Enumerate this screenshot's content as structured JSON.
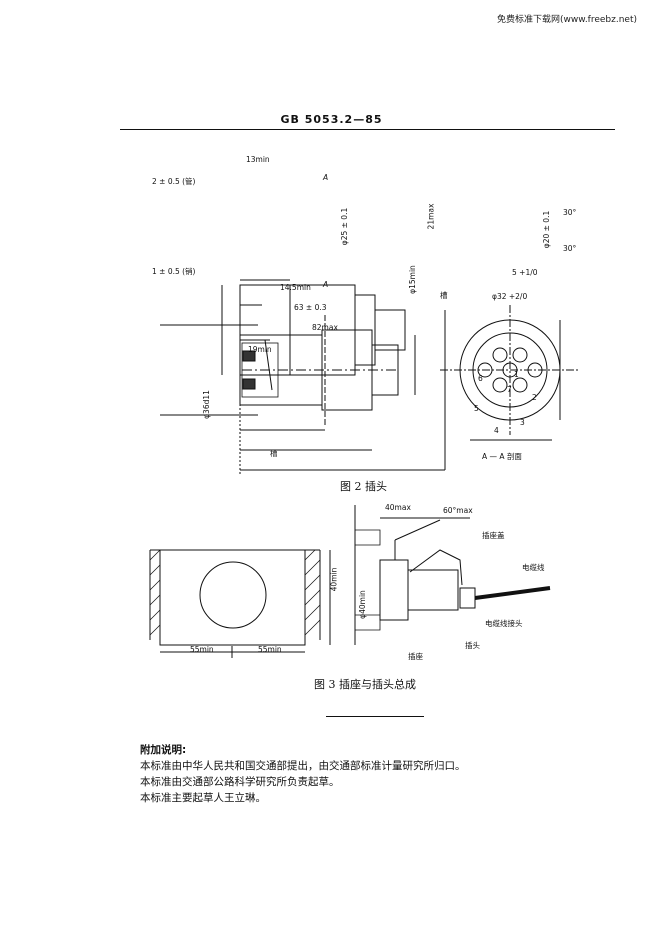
{
  "watermark": "免费标准下载网(www.freebz.net)",
  "header": {
    "standard_no": "GB 5053.2—85"
  },
  "figure2": {
    "caption": "图 2   插头",
    "dims": {
      "d13": "13min",
      "d2": "2 ± 0.5 (管)",
      "d1": "1 ± 0.5 (销)",
      "d14": "14.5min",
      "d63": "63 ± 0.3",
      "d82": "82max",
      "d25": "φ25 ± 0.1",
      "d21": "21max",
      "d15": "φ15min",
      "sectionA": "A",
      "groove": "槽",
      "d19": "19min",
      "d36": "φ36d11",
      "groove2": "槽",
      "d30a": "30°",
      "d30b": "30°",
      "d20": "φ20 ± 0.1",
      "d5": "5 +1/0",
      "d32": "φ32 +2/0",
      "section_label": "A — A 剖面",
      "pins": [
        "1",
        "2",
        "3",
        "4",
        "5",
        "6",
        "7"
      ]
    }
  },
  "figure3": {
    "caption": "图 3   插座与插头总成",
    "dims": {
      "d40top": "40max",
      "d60": "60°max",
      "d40side": "40min",
      "d55a": "55min",
      "d55b": "55min",
      "d40dia": "φ40min",
      "socket_cover": "插座盖",
      "cable": "电缆线",
      "cable_connector": "电缆线接头",
      "plug": "插头",
      "socket": "插座"
    }
  },
  "notes": {
    "heading": "附加说明:",
    "lines": [
      "本标准由中华人民共和国交通部提出，由交通部标准计量研究所归口。",
      "本标准由交通部公路科学研究所负责起草。",
      "本标准主要起草人王立琳。"
    ]
  }
}
